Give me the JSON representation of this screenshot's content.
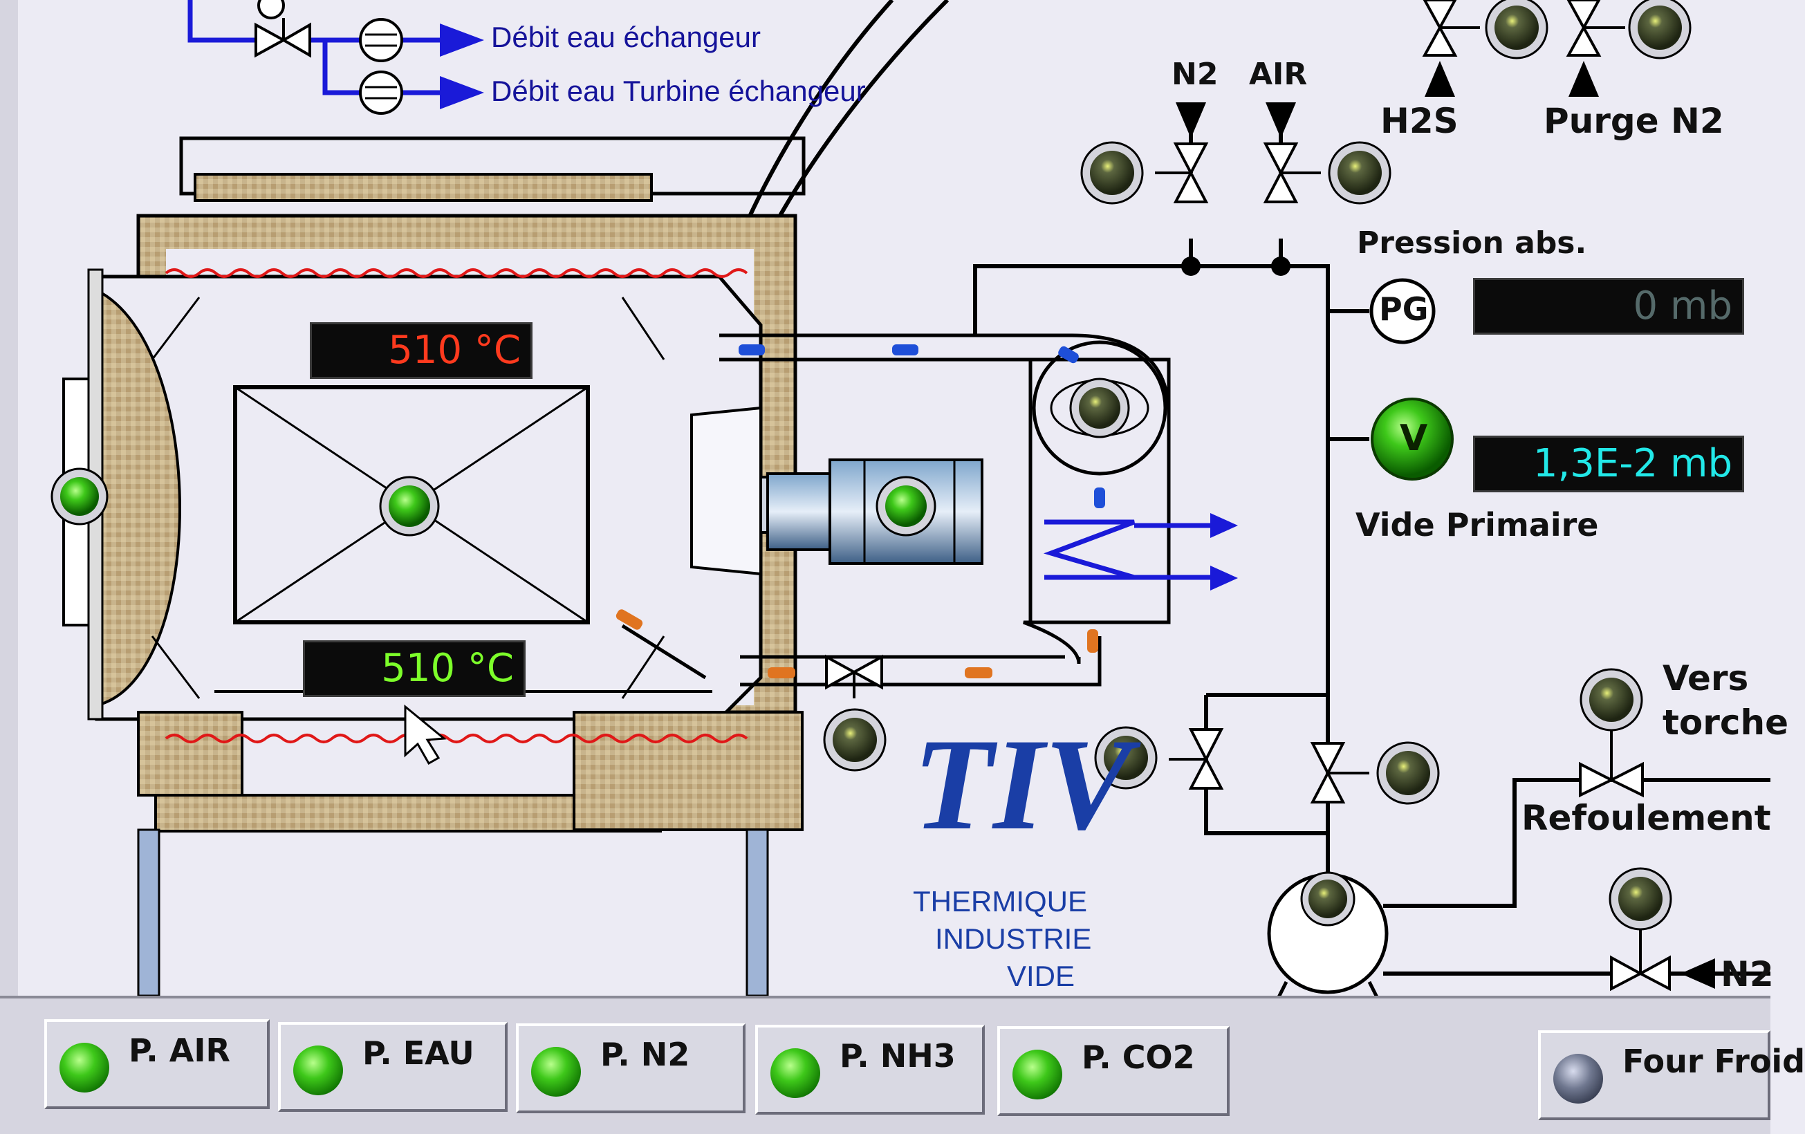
{
  "flows": {
    "debit_eau_echangeur": "Débit eau échangeur",
    "debit_eau_turbine": "Débit eau Turbine échangeur"
  },
  "gas_inputs": {
    "n2": "N2",
    "air": "AIR",
    "h2s": "H2S",
    "purge_n2": "Purge N2",
    "n2_lower": "N2"
  },
  "furnace": {
    "temp_top": "510 °C",
    "temp_bottom": "510 °C"
  },
  "pressure": {
    "label": "Pression abs.",
    "gauge_symbol": "PG",
    "value": "0 mb"
  },
  "vacuum": {
    "label": "Vide Primaire",
    "symbol": "V",
    "value": "1,3E-2 mb"
  },
  "outlets": {
    "vers_torche_1": "Vers",
    "vers_torche_2": "torche",
    "refoulement": "Refoulement"
  },
  "logo": {
    "mark": "TIV",
    "line1": "THERMIQUE",
    "line2": "INDUSTRIE",
    "line3": "VIDE"
  },
  "status_buttons": [
    {
      "label": "P. AIR",
      "state": "green"
    },
    {
      "label": "P. EAU",
      "state": "green"
    },
    {
      "label": "P. N2",
      "state": "green"
    },
    {
      "label": "P. NH3",
      "state": "green"
    },
    {
      "label": "P. CO2",
      "state": "green"
    },
    {
      "label": "Four Froid",
      "state": "gray"
    }
  ],
  "colors": {
    "background": "#ecebf4",
    "pipe_blue": "#1a1ad8",
    "led_green": "#3ec81a",
    "temp_red": "#ff3a1e",
    "temp_green": "#7dff2a",
    "display_cyan": "#22e8e8"
  }
}
